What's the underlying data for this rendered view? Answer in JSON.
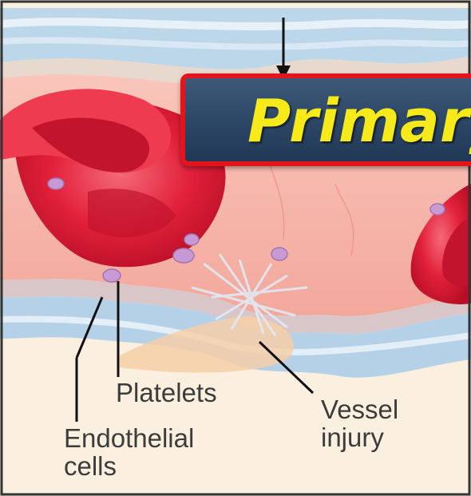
{
  "banner": {
    "title": "Primary"
  },
  "labels": {
    "platelets": "Platelets",
    "endothelial": "Endothelial",
    "cells": "cells",
    "vessel": "Vessel",
    "injury": "injury"
  },
  "colors": {
    "banner_fill": "#2c4666",
    "banner_border": "#e3141b",
    "banner_text": "#f6ea1a",
    "vessel_lumen": "#f7b9ae",
    "red_blood_cell": "#e01a33",
    "vessel_wall": "#a9c7e0",
    "tissue": "#fbeedd"
  }
}
